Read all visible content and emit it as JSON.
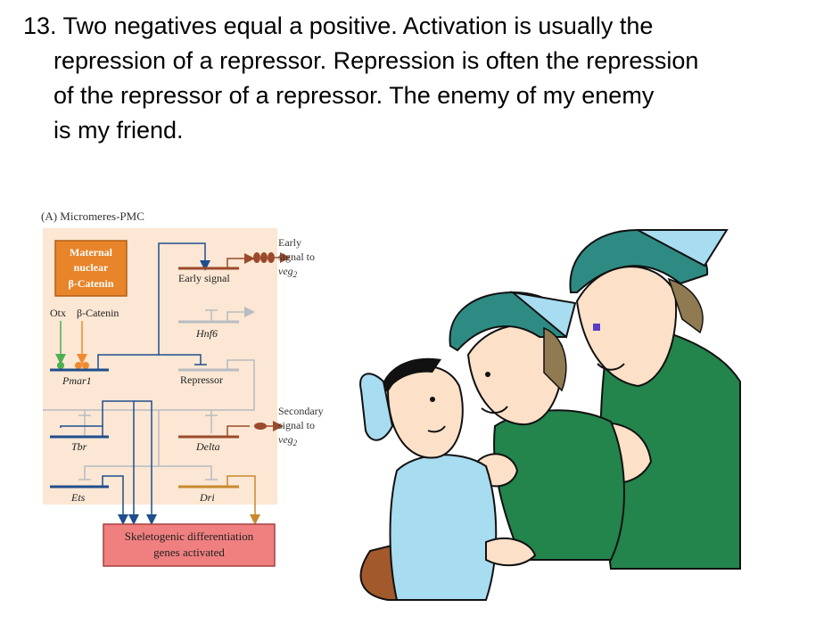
{
  "slide": {
    "point_lines": [
      "13. Two negatives equal a positive. Activation is usually the",
      "repression of a repressor. Repression is often the repression",
      "of the repressor of a repressor. The enemy of my enemy",
      "is my friend."
    ]
  },
  "diagram": {
    "panel_label": "(A) Micromeres-PMC",
    "maternal_box": [
      "Maternal",
      "nuclear",
      "β-Catenin"
    ],
    "inputs": [
      "Otx",
      "β-Catenin"
    ],
    "genes": {
      "early_signal": "Early signal",
      "hnf6": "Hnf6",
      "pmar1": "Pmar1",
      "repressor": "Repressor",
      "tbr": "Tbr",
      "delta": "Delta",
      "ets": "Ets",
      "dri": "Dri"
    },
    "early_signal_note": [
      "Early",
      "signal to",
      "veg",
      "2"
    ],
    "secondary_signal_note": [
      "Secondary",
      "signal to",
      "veg",
      "2"
    ],
    "output_box": [
      "Skeletogenic differentiation",
      "genes activated"
    ],
    "colors": {
      "panel_bg": "#fbe7d4",
      "maternal_box": "#e8842a",
      "output_box": "#f08080",
      "active_blue": "#1f4e8c",
      "inactive_gray": "#b8bcc2",
      "brown": "#9b4a2c",
      "green": "#4caf50",
      "orange": "#f08a30",
      "dri_gold": "#c88a2c"
    }
  },
  "cartoon": {
    "description_icon": "three-kids-cartoon",
    "colors": {
      "cap": "#2e8b83",
      "jacket": "#23844c",
      "small_kid_shirt": "#a8dcf0",
      "skin": "#fce0c8",
      "hair": "#8f7a52",
      "backpack": "#a2592c"
    }
  }
}
